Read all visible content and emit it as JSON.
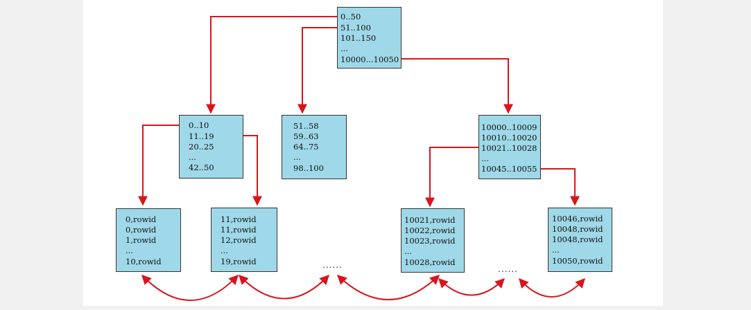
{
  "root": {
    "lines": [
      "0..50",
      "51..100",
      "101..150",
      "...",
      "10000...10050"
    ]
  },
  "branches": {
    "left": {
      "lines": [
        "0..10",
        "11..19",
        "20..25",
        "...",
        "42..50"
      ]
    },
    "middle": {
      "lines": [
        "51..58",
        "59..63",
        "64..75",
        "...",
        "98..100"
      ]
    },
    "right": {
      "lines": [
        "10000..10009",
        "10010..10020",
        "10021..10028",
        "...",
        "10045..10055"
      ]
    }
  },
  "leaves": [
    {
      "lines": [
        "0,rowid",
        "0,rowid",
        "1,rowid",
        "...",
        "10,rowid"
      ]
    },
    {
      "lines": [
        "11,rowid",
        "11,rowid",
        "12,rowid",
        "...",
        "19,rowid"
      ]
    },
    {
      "lines": [
        "10021,rowid",
        "10022,rowid",
        "10023,rowid",
        "...",
        "10028,rowid"
      ]
    },
    {
      "lines": [
        "10046,rowid",
        "10048,rowid",
        "10048,rowid",
        "...",
        "10050,rowid"
      ]
    }
  ],
  "ellipses": [
    "......",
    "......"
  ],
  "colors": {
    "node_fill": "#9fd8e8",
    "node_border": "#333333",
    "arrow": "#d9141c"
  }
}
